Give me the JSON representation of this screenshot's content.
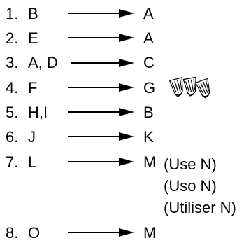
{
  "steps": [
    {
      "number": "1.",
      "source": "B",
      "target": "A"
    },
    {
      "number": "2.",
      "source": "E",
      "target": "A"
    },
    {
      "number": "3.",
      "source": "A, D",
      "target": "C"
    },
    {
      "number": "4.",
      "source": "F",
      "target": "G"
    },
    {
      "number": "5.",
      "source": "H,I",
      "target": "B"
    },
    {
      "number": "6.",
      "source": "J",
      "target": "K"
    },
    {
      "number": "7.",
      "source": "L",
      "target": "M"
    },
    {
      "number": "8.",
      "source": "O",
      "target": "M"
    }
  ],
  "notes": {
    "use_en": "(Use N)",
    "use_es": "(Uso N)",
    "use_fr": "(Utiliser N)"
  },
  "icons": {
    "wire_connectors": "wire-nut-connectors-icon"
  }
}
